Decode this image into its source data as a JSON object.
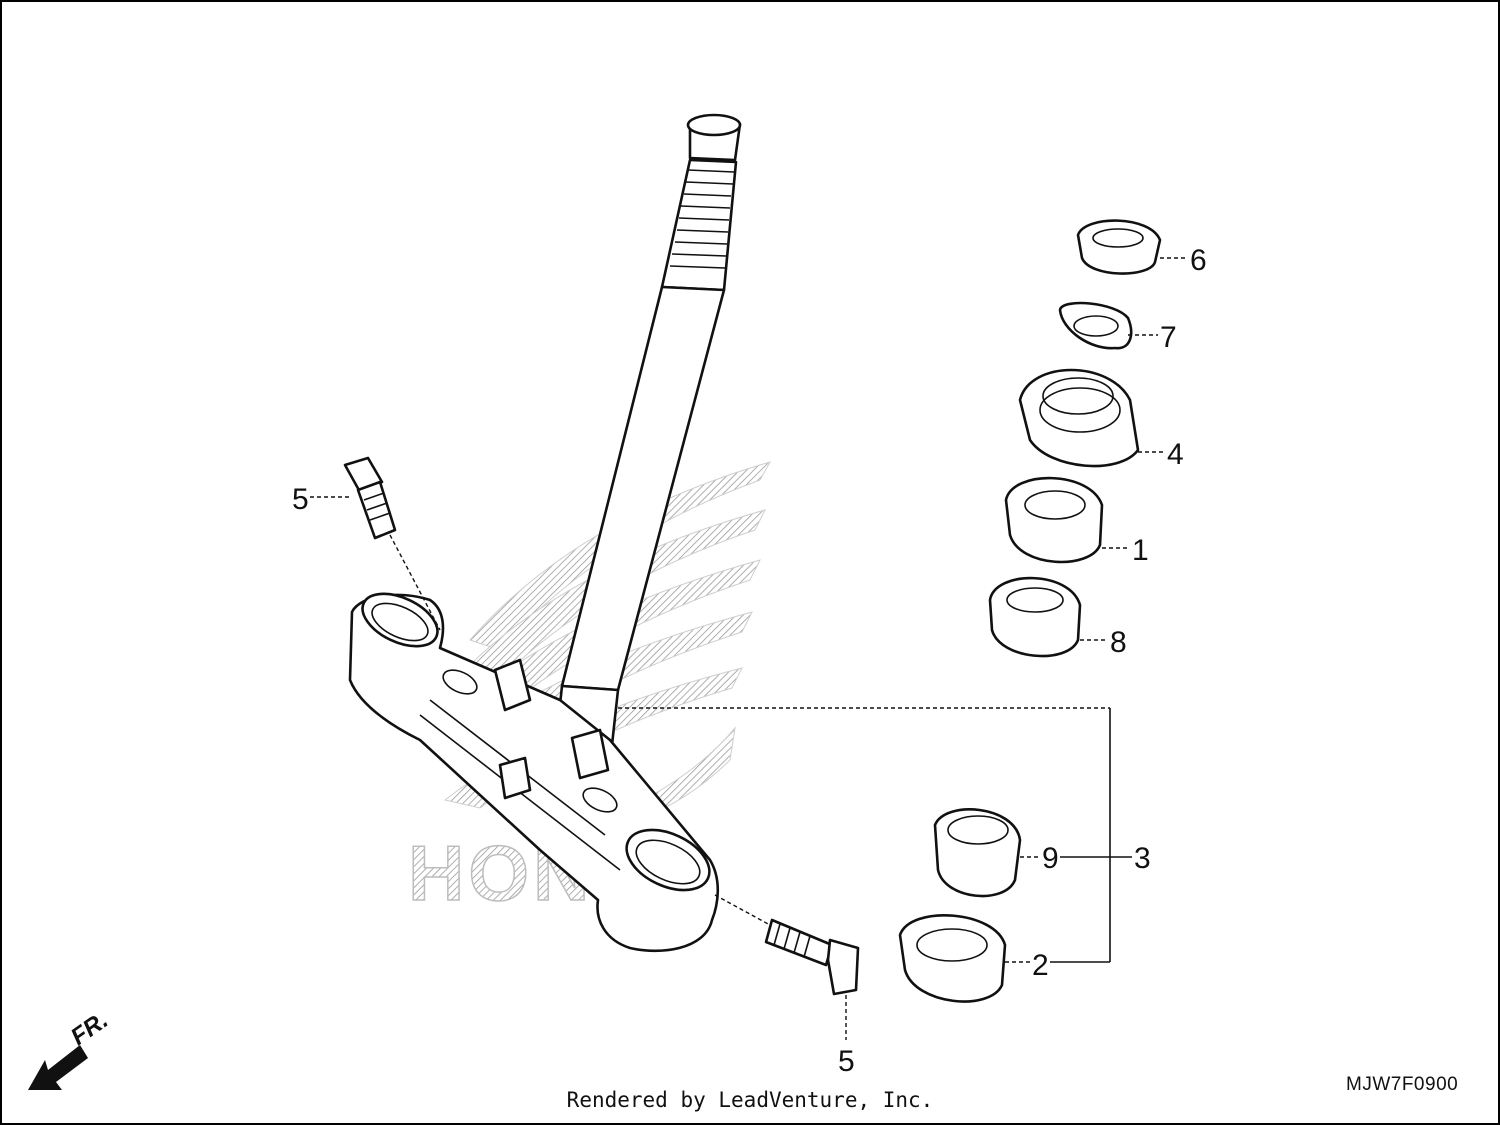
{
  "callouts": {
    "c1": "1",
    "c2": "2",
    "c3": "3",
    "c4": "4",
    "c5a": "5",
    "c5b": "5",
    "c6": "6",
    "c7": "7",
    "c8": "8",
    "c9": "9"
  },
  "watermark": {
    "text": "HONDA"
  },
  "direction": {
    "label": "FR."
  },
  "diagram_code": "MJW7F0900",
  "footer": "Rendered by LeadVenture, Inc.",
  "colors": {
    "line": "#111111",
    "watermark": "#c8c8c8",
    "background": "#ffffff"
  }
}
